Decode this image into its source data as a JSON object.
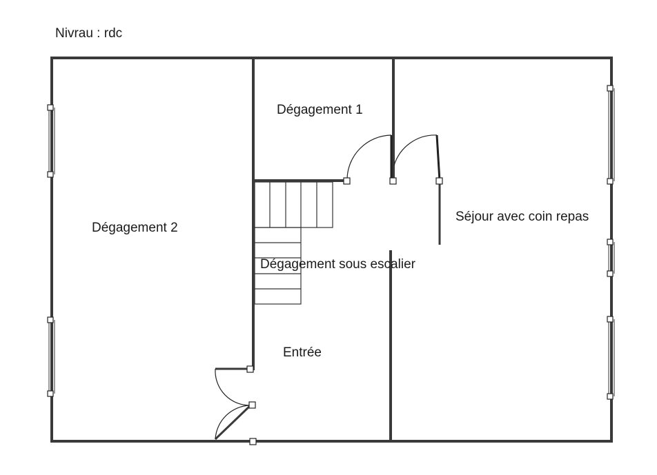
{
  "plan": {
    "level_label": "Nivrau : rdc",
    "rooms": [
      {
        "id": "degagement-2",
        "label": "Dégagement 2"
      },
      {
        "id": "degagement-1",
        "label": "Dégagement 1"
      },
      {
        "id": "sejour",
        "label": "Séjour avec coin repas"
      },
      {
        "id": "degagement-sous-escalier",
        "label": "Dégagement sous escalier"
      },
      {
        "id": "entree",
        "label": "Entrée"
      }
    ],
    "colors": {
      "wall": "#3a3a3a",
      "background": "#ffffff",
      "text": "#1a1a1a"
    }
  }
}
